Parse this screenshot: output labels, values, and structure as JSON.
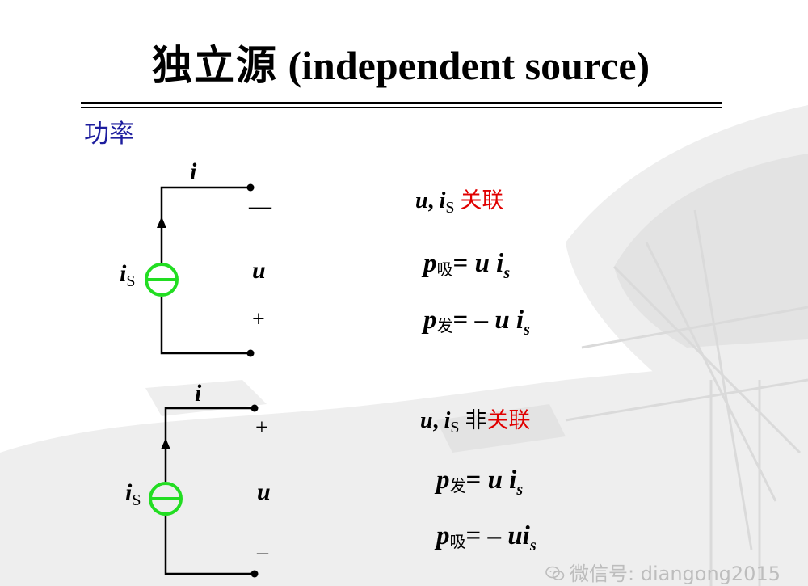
{
  "title": {
    "chinese": "独立源",
    "english": "(independent source)"
  },
  "section": "功率",
  "circuit1": {
    "current_label": "i",
    "source_label": "i",
    "source_sub": "S",
    "voltage_label": "u",
    "top_sign": "—",
    "bottom_sign": "+",
    "relation": {
      "u": "u",
      "sep": ", ",
      "i": "i",
      "sub": "S",
      "text": "关联"
    },
    "eq1": {
      "p": "p",
      "tag": "吸",
      "rhs_op": "= ",
      "rhs": "u i",
      "sub": "s"
    },
    "eq2": {
      "p": "p",
      "tag": "发",
      "rhs_op": "= – ",
      "rhs": "u i",
      "sub": "s"
    }
  },
  "circuit2": {
    "current_label": "i",
    "source_label": "i",
    "source_sub": "S",
    "voltage_label": "u",
    "top_sign": "+",
    "bottom_sign": "–",
    "relation": {
      "u": "u",
      "sep": ", ",
      "i": "i",
      "sub": "S",
      "prefix": "非",
      "text": "关联"
    },
    "eq1": {
      "p": "p",
      "tag": "发",
      "rhs_op": "= ",
      "rhs": "u i",
      "sub": "s"
    },
    "eq2": {
      "p": "p",
      "tag": "吸",
      "rhs_op": "= – ",
      "rhs": "ui",
      "sub": "s"
    }
  },
  "colors": {
    "source_circle": "#22dd22",
    "relation": "#e00000",
    "section": "#1d1d9e"
  },
  "watermark": {
    "icon": "wechat-icon",
    "text": "微信号: diangong2015"
  }
}
